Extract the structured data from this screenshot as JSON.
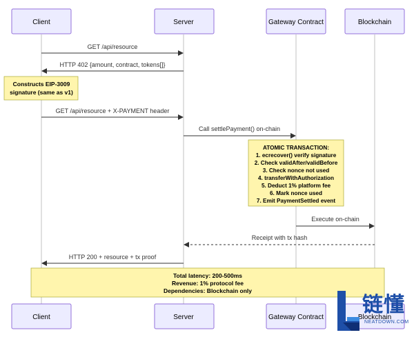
{
  "participants": [
    {
      "id": "client",
      "label": "Client"
    },
    {
      "id": "server",
      "label": "Server"
    },
    {
      "id": "gateway",
      "label": "Gateway Contract"
    },
    {
      "id": "blockchain",
      "label": "Blockchain"
    }
  ],
  "messages": [
    {
      "text": "GET /api/resource"
    },
    {
      "text": "HTTP 402 {amount, contract, tokens[]}"
    },
    {
      "text": "GET /api/resource + X-PAYMENT header"
    },
    {
      "text": "Call settlePayment() on-chain"
    },
    {
      "text": "Execute on-chain"
    },
    {
      "text": "Receipt with tx hash"
    },
    {
      "text": "HTTP 200 + resource + tx proof"
    }
  ],
  "notes": {
    "client_note": [
      "Constructs EIP-3009",
      "signature (same as v1)"
    ],
    "atomic_note": [
      "ATOMIC TRANSACTION:",
      "1. ecrecover() verify signature",
      "2. Check validAfter/validBefore",
      "3. Check nonce not used",
      "4. transferWithAuthorization",
      "5. Deduct 1% platform fee",
      "6. Mark nonce used",
      "7. Emit PaymentSettled event"
    ],
    "summary_note": [
      "Total latency: 200-500ms",
      "Revenue: 1% protocol fee",
      "Dependencies: Blockchain only"
    ]
  },
  "watermark": {
    "chinese": "链懂",
    "english": "NEATDOWN.COM",
    "color": "#1e4fa8"
  }
}
